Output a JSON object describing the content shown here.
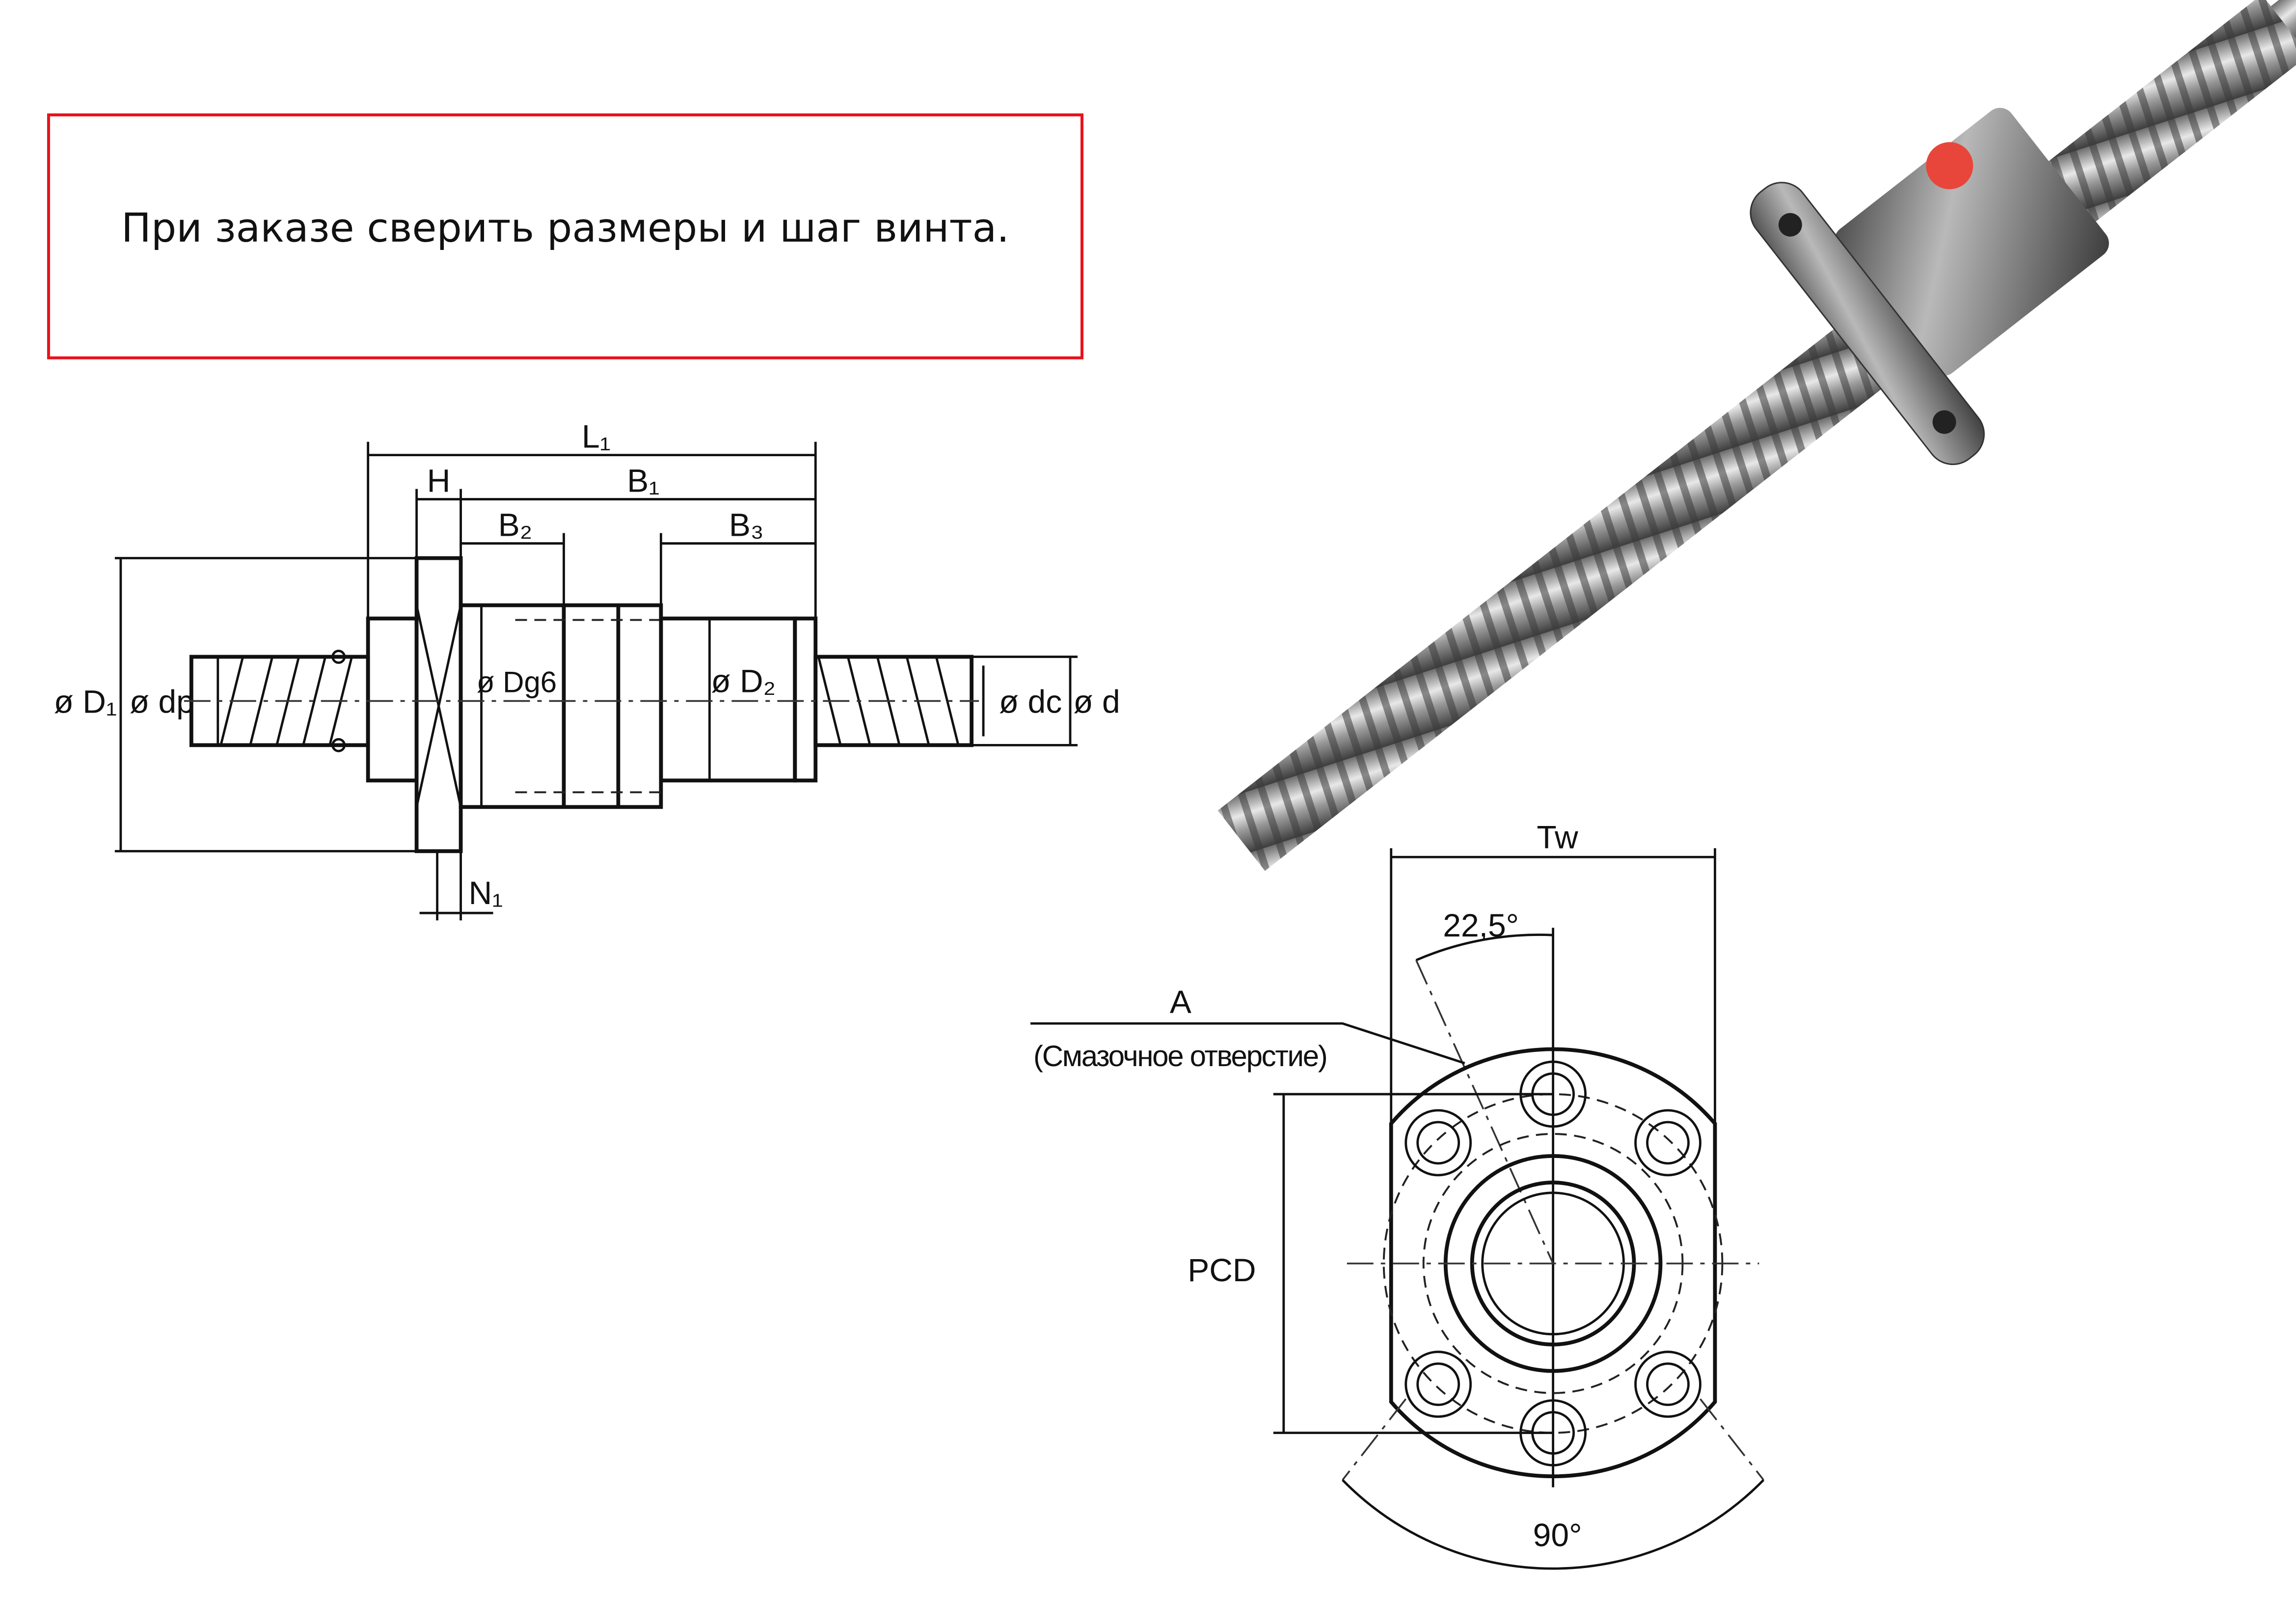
{
  "notice": {
    "text": "При заказе сверить размеры и шаг винта.",
    "border_color": "#e8121b"
  },
  "side_view": {
    "L1": "L₁",
    "H": "H",
    "B1": "B₁",
    "B2": "B₂",
    "B3": "B₃",
    "D1": "ø D₁",
    "dp": "ø dp",
    "Dg6": "ø Dg6",
    "D2": "ø D₂",
    "dc": "ø dc",
    "d": "ø d",
    "N1": "N₁"
  },
  "front_view": {
    "Tw": "Tw",
    "angle_small": "22,5°",
    "A": "A",
    "A_note": "(Смазочное отверстие)",
    "PCD": "PCD",
    "angle_large": "90°"
  }
}
